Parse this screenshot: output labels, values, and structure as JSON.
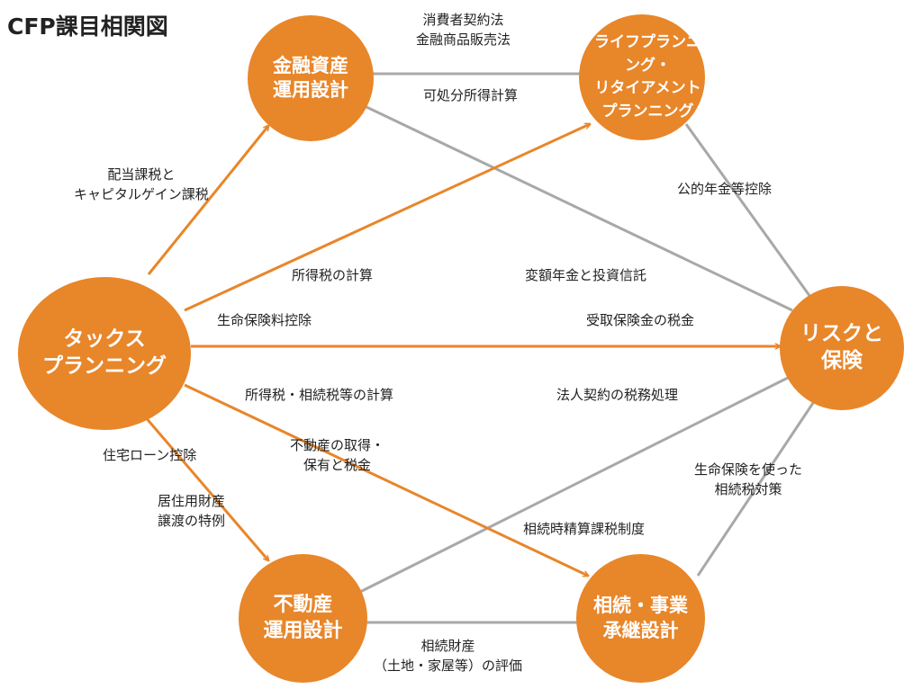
{
  "title": "CFP課目相関図",
  "colors": {
    "node_fill": "#E8862A",
    "arrow": "#E8862A",
    "line": "#A8A8A8"
  },
  "nodes": {
    "financial": "金融資産\n運用設計",
    "life": "ライフプランニング・\nリタイアメントプランニング",
    "tax": "タックス\nプランニング",
    "risk": "リスクと\n保険",
    "realestate": "不動産\n運用設計",
    "inheritance": "相続・事業\n承継設計"
  },
  "labels": {
    "consumer_law": "消費者契約法\n金融商品販売法",
    "disposable": "可処分所得計算",
    "dividend_tax": "配当課税と\nキャピタルゲイン課税",
    "pension_deduction": "公的年金等控除",
    "income_tax_calc": "所得税の計算",
    "variable_annuity": "変額年金と投資信託",
    "life_ins_deduction": "生命保険料控除",
    "insurance_tax": "受取保険金の税金",
    "income_inherit_calc": "所得税・相続税等の計算",
    "corporate_contract": "法人契約の税務処理",
    "mortgage_deduction": "住宅ローン控除",
    "re_acquisition": "不動産の取得・\n保有と税金",
    "residential_transfer": "居住用財産\n譲渡の特例",
    "life_ins_inherit": "生命保険を使った\n相続税対策",
    "settlement_tax": "相続時精算課税制度",
    "inherit_valuation": "相続財産\n（土地・家屋等）の評価"
  }
}
